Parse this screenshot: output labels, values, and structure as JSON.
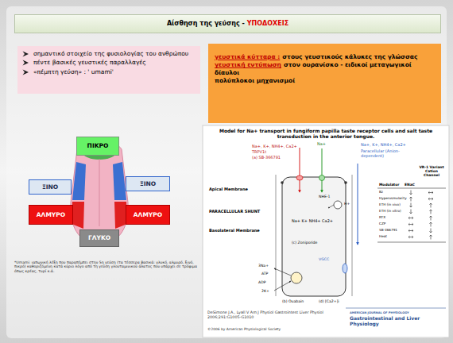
{
  "diagram": {
    "nodes": [
      {
        "text": [
          "Αίσθηση της γεύσης -",
          "ΥΠΟΔΟΧΕΙΣ"
        ]
      },
      {
        "text": [
          "σημαντικό στοιχείο της φυσιολογίας του ανθρώπου",
          "πέντε βασικές γευστικές παραλλαγές",
          "«πέμπτη γεύση» : ' umami'"
        ]
      },
      {
        "text": [
          "γευστικά κύτταρα :",
          "στους γευστικούς κάλυκες της γλώσσας",
          "γευστική εντύπωση",
          "στον ουρανίσκο - ειδικοί μεταγωγικοί δίαυλοι",
          "πολύπλοκοι μηχανισμοί"
        ]
      },
      {
        "text": [
          "ΠΙΚΡΟ"
        ]
      },
      {
        "text": [
          "ΞΙΝΟ"
        ]
      },
      {
        "text": [
          "ΞΙΝΟ"
        ]
      },
      {
        "text": [
          "ΑΛΜΥΡΟ"
        ]
      },
      {
        "text": [
          "ΑΛΜΥΡΟ"
        ]
      },
      {
        "text": [
          "ΓΛΥΚΟ"
        ]
      },
      {
        "text": [
          "Model for Na+ transport in fungiform papilla taste receptor cells and salt taste transduction in the anterior tongue."
        ]
      }
    ],
    "labels": [
      "*Umami: ιαπωνική λέξη που παραπέμπει στην 5η γεύση (τα τέσσερα βασικά: γλυκό, αλμυρό, ξινό, πικρό) καθοριζόμενη κατά κύριο λόγο από τη γεύση γλουταμινικού άλατος που υπάρχει σε τρόφιμα όπως κρέας, τυρί κ.ά.",
      "Na+, K+, NH4+, Ca2+",
      "TRPV1t",
      "(a) SB-366791",
      "Na+",
      "Na+, K+, NH4+, Ca2+",
      "Paracellular (Anion-dependent)",
      "Apical Membrane",
      "PARACELLULAR SHUNT",
      "Basolateral Membrane",
      "NHE-1",
      "H+",
      "Na+ K+ NH4+ Ca2+",
      "(c) Zoniporide",
      "3Na+",
      "ATP",
      "ADP",
      "2K+",
      "(b) Ouabain",
      "VGCC",
      "(d) [Ca2+]i",
      "VR-1 Variant Cation Channel",
      "Modulator",
      "ENaC",
      "Bz",
      "Hyperosmolarity",
      "ETH (in vivo)",
      "ETH (in vitro)",
      "RTX",
      "CZP",
      "SB-366791",
      "Heat",
      "DeSimone J.A., Lyall V Am J Physiol Gastrointest Liver Physiol 2006;291:G1005-G1010",
      "©2006 by American Physiological Society",
      "AMERICAN JOURNAL OF PHYSIOLOGY",
      "Gastrointestinal and Liver Physiology"
    ]
  }
}
